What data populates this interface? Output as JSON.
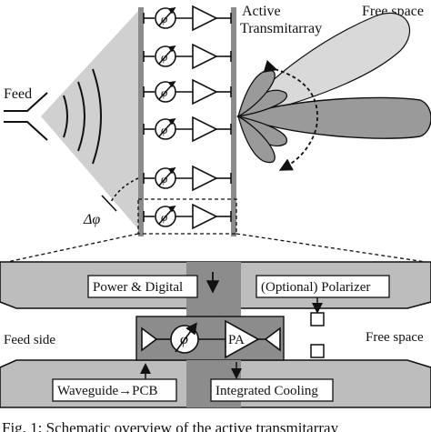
{
  "top": {
    "feed_label": "Feed",
    "transmitarray_label_1": "Active",
    "transmitarray_label_2": "Transmitarray",
    "free_space_label": "Free space",
    "phase_label": "Δφ"
  },
  "bottom": {
    "feed_side_label": "Feed side",
    "free_space_label": "Free space",
    "power_digital_label": "Power & Digital",
    "polarizer_label": "(Optional) Polarizer",
    "waveguide_pcb_label": "Waveguide→PCB",
    "integrated_cooling_label": "Integrated Cooling",
    "phase_symbol": "φ",
    "pa_label": "PA"
  },
  "caption": "Fig. 1: Schematic overview of the active transmitarray",
  "colors": {
    "gray_fill": "#bdbdbd",
    "dark_gray": "#8c8c8c",
    "beam_gray": "#9a9a9a",
    "light_beam": "#d4d4d4",
    "stroke": "#111111"
  }
}
